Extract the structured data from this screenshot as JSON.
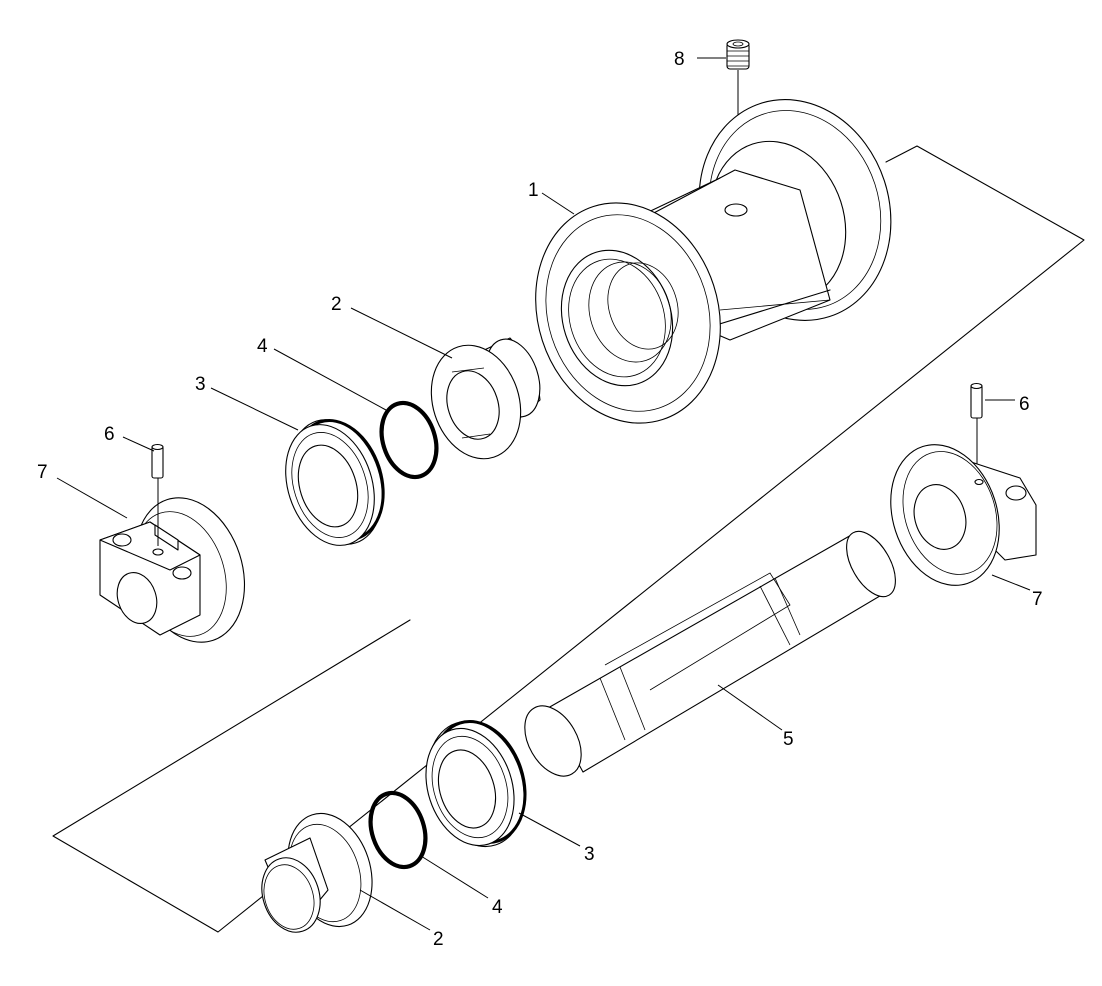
{
  "diagram": {
    "type": "exploded-parts-view",
    "line_color": "#000000",
    "background": "#ffffff",
    "callouts": {
      "upper": {
        "roller_shell": "1",
        "bushing": "2",
        "floating_seal": "3",
        "o_ring": "4",
        "pin": "6",
        "collar": "7",
        "plug": "8"
      },
      "lower": {
        "shaft": "5",
        "floating_seal": "3",
        "o_ring": "4",
        "bushing": "2",
        "pin": "6",
        "collar": "7"
      }
    }
  }
}
